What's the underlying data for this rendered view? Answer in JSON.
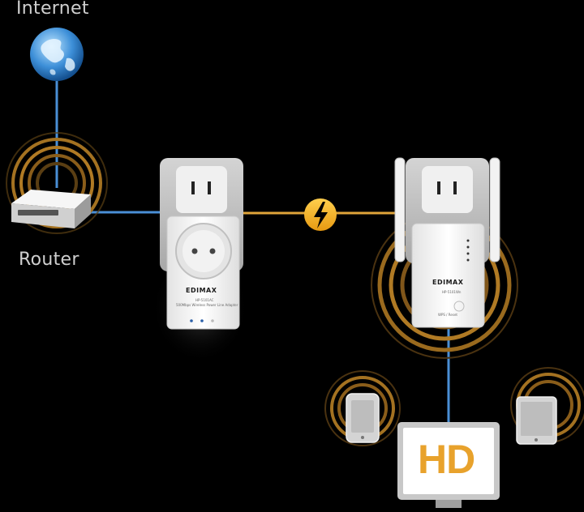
{
  "labels": {
    "internet": "Internet",
    "router": "Router",
    "hd": "HD",
    "brand_left": "EDIMAX",
    "brand_right": "EDIMAX",
    "model_left": "HP-5101AC",
    "model_left_sub": "500Mbps Wireless Power Line Adapter",
    "model_right": "HP-5101Wn",
    "wps_label": "WPS / Reset"
  },
  "colors": {
    "background": "#000000",
    "link_blue": "#4a8fd6",
    "link_gold": "#e0a53a",
    "ring_gold": "#b07a24",
    "device_white": "#f4f4f4",
    "device_grey": "#b9b9b9"
  },
  "icons": {
    "globe": "globe-icon",
    "router": "router-icon",
    "powerline_adapter": "powerline-adapter-icon",
    "extender": "wireless-extender-icon",
    "lightning": "lightning-bolt-icon",
    "phone": "smartphone-icon",
    "tablet": "tablet-icon",
    "monitor": "monitor-icon"
  }
}
